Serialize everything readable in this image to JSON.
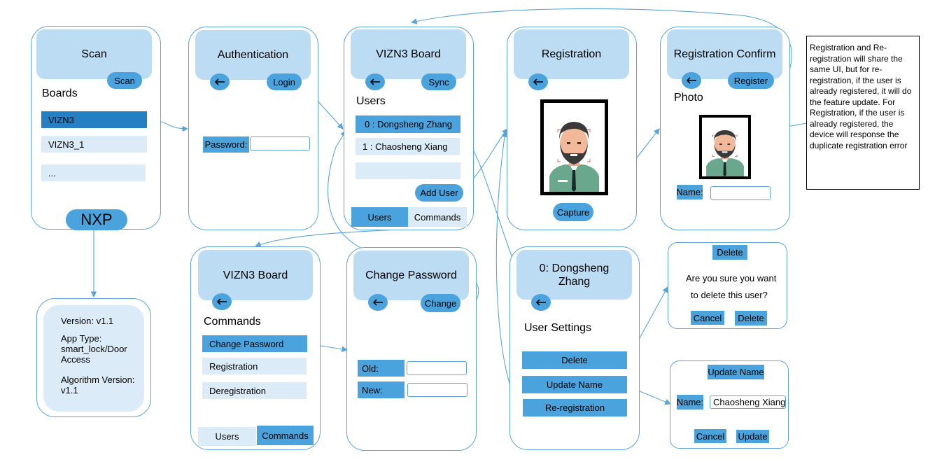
{
  "colors": {
    "line": "#5aa5d8",
    "header": "#bcdcf3",
    "button": "#4aa3dd",
    "selected": "#2580c3",
    "list_item": "#dbecf8",
    "info_bg": "#dbecf8"
  },
  "scan": {
    "title": "Scan",
    "scan_button": "Scan",
    "boards_label": "Boards",
    "items": [
      "VIZN3",
      "VIZN3_1",
      "..."
    ],
    "nxp_button": "NXP"
  },
  "info": {
    "version": "Version: v1.1",
    "app_type": "App Type: smart_lock/Door Access",
    "algorithm_version": "Algorithm Version: v1.1"
  },
  "auth": {
    "title": "Authentication",
    "login_button": "Login",
    "password_label": "Password:"
  },
  "board_users": {
    "title": "VIZN3 Board",
    "sync_button": "Sync",
    "users_label": "Users",
    "users": [
      "0 : Dongsheng Zhang",
      "1 : Chaosheng Xiang",
      ""
    ],
    "add_user_button": "Add User",
    "tabs": [
      "Users",
      "Commands"
    ]
  },
  "registration": {
    "title": "Registration",
    "capture_button": "Capture"
  },
  "reg_confirm": {
    "title": "Registration Confirm",
    "register_button": "Register",
    "photo_label": "Photo",
    "name_label": "Name:"
  },
  "note": "Registration and Re-registration will share the same UI, but for re-registration, if the user is already registered, it will do the feature update. For Registration, if the user is already registered, the device will response the duplicate registration error",
  "board_commands": {
    "title": "VIZN3 Board",
    "commands_label": "Commands",
    "commands": [
      "Change Password",
      "Registration",
      "Deregistration"
    ],
    "tabs": [
      "Users",
      "Commands"
    ]
  },
  "change_password": {
    "title": "Change Password",
    "change_button": "Change",
    "old_label": "Old:",
    "new_label": "New:"
  },
  "user_settings": {
    "title": "0: Dongsheng Zhang",
    "settings_label": "User Settings",
    "buttons": [
      "Delete",
      "Update Name",
      "Re-registration"
    ]
  },
  "delete_dialog": {
    "title": "Delete",
    "message_line1": "Are you sure you want",
    "message_line2": "to delete this user?",
    "cancel": "Cancel",
    "confirm": "Delete"
  },
  "update_dialog": {
    "title": "Update Name",
    "name_label": "Name:",
    "name_value": "Chaosheng Xiang",
    "cancel": "Cancel",
    "confirm": "Update"
  }
}
